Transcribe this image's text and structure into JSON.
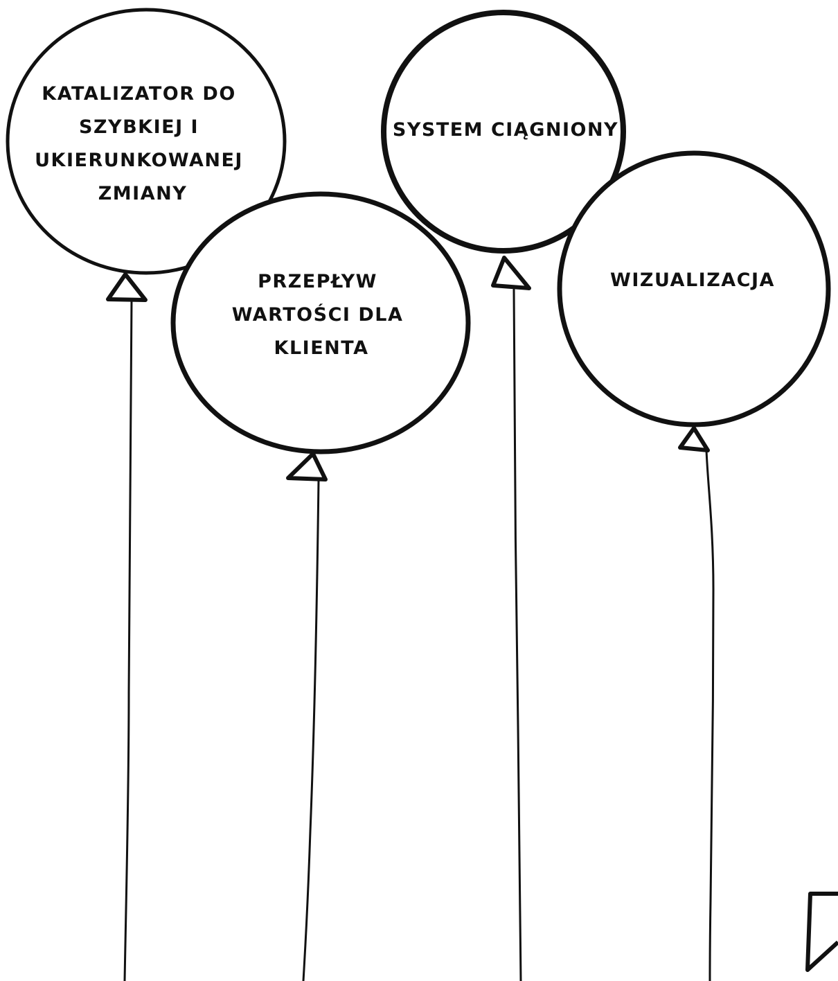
{
  "balloons": [
    {
      "id": "katalizator",
      "label_lines": [
        "KATALIZATOR DO",
        "SZYBKIEJ I",
        "UKIERUNKOWANEJ",
        "ZMIANY"
      ]
    },
    {
      "id": "przeplyw",
      "label_lines": [
        "PRZEPŁYW",
        "WARTOŚCI DLA",
        "KLIENTA"
      ]
    },
    {
      "id": "system",
      "label_lines": [
        "SYSTEM CIĄGNIONY"
      ]
    },
    {
      "id": "wizualizacja",
      "label_lines": [
        "WIZUALIZACJA"
      ]
    }
  ],
  "colors": {
    "ink": "#111111",
    "background": "#ffffff"
  }
}
